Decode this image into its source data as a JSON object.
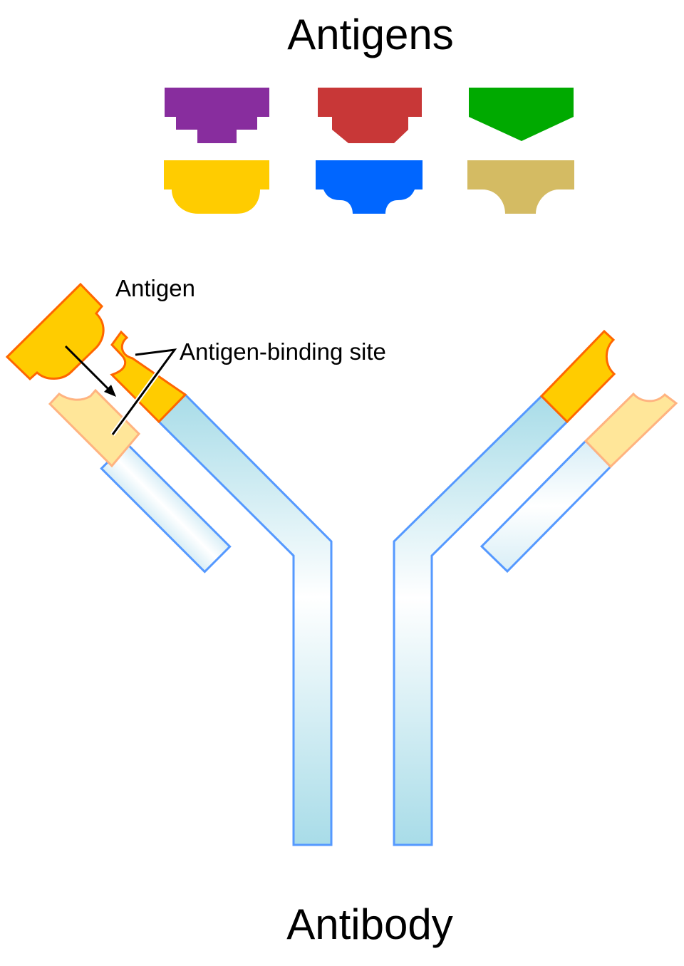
{
  "diagram": {
    "title_top": "Antigens",
    "title_bottom": "Antibody",
    "labels": {
      "antigen": "Antigen",
      "binding_site": "Antigen-binding site"
    }
  },
  "antigens": [
    {
      "name": "purple-antigen",
      "shape": "stepped",
      "color": "#882D9E"
    },
    {
      "name": "red-antigen",
      "shape": "beveled",
      "color": "#C83737"
    },
    {
      "name": "green-antigen",
      "shape": "pointed",
      "color": "#00AA00"
    },
    {
      "name": "yellow-antigen",
      "shape": "rounded",
      "color": "#FFCC00"
    },
    {
      "name": "blue-antigen",
      "shape": "notched-round",
      "color": "#0066FF"
    },
    {
      "name": "khaki-antigen",
      "shape": "concave",
      "color": "#D4BB63"
    }
  ],
  "colors": {
    "chain_stroke": "#5599FF",
    "chain_fill_edge": "#A8DCE8",
    "chain_fill_center": "#FFFFFF",
    "light_chain_fill_edge": "#D8EEF6",
    "variable_region_fill": "#FFCC00",
    "variable_region_stroke": "#FF6600",
    "light_variable_fill": "#FFE699",
    "light_variable_stroke": "#FFB380",
    "text": "#000000"
  }
}
